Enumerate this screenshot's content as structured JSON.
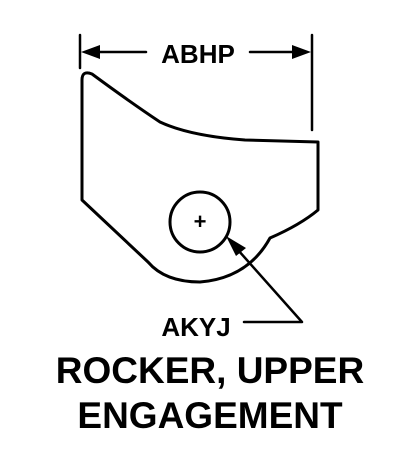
{
  "dimension_label": "ABHP",
  "leader_label": "AKYJ",
  "caption": {
    "line1": "ROCKER, UPPER",
    "line2": "ENGAGEMENT"
  },
  "center_mark": "+"
}
